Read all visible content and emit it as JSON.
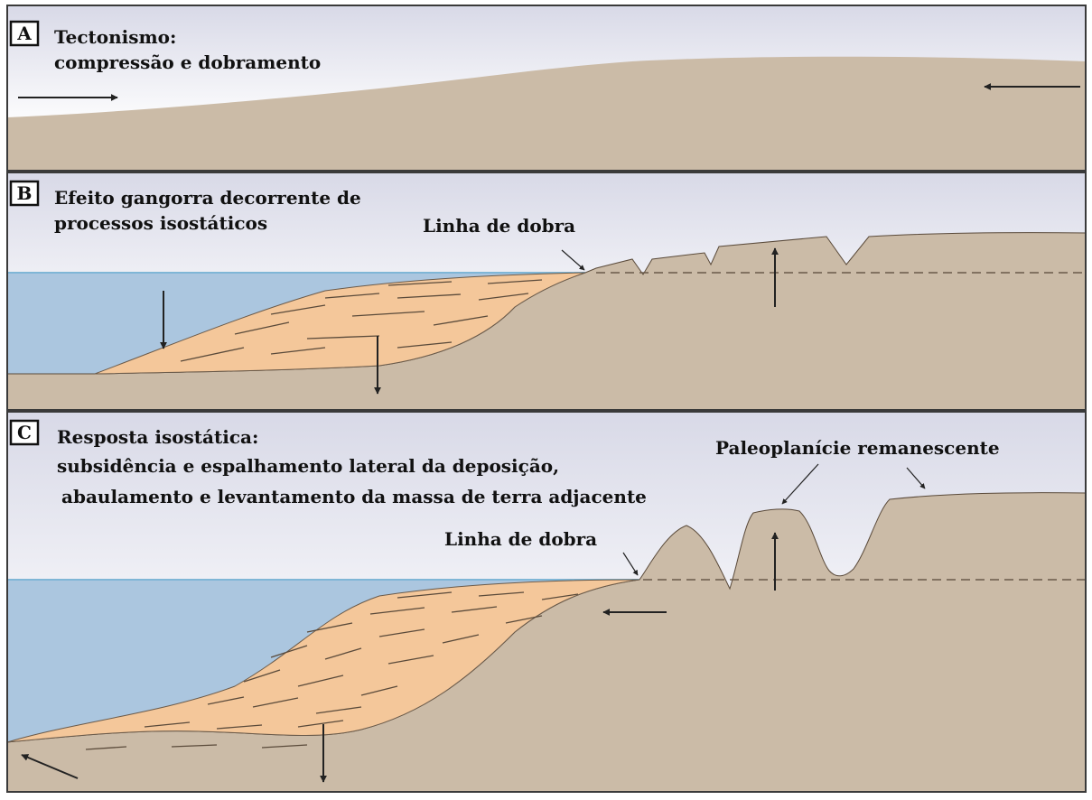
{
  "colors": {
    "land": "#cbbba7",
    "sea": "#abc6df",
    "sediment": "#f4c79a",
    "sky_top": "#d8d9e7",
    "sky_bottom": "#ffffff",
    "stroke": "#222222",
    "border": "#3a3a3a",
    "sea_line": "#7fb6d6"
  },
  "panels": [
    {
      "letter": "A",
      "title_lines": [
        "Tectonismo:",
        "compressão e dobramento"
      ]
    },
    {
      "letter": "B",
      "title_lines": [
        "Efeito gangorra decorrente de",
        "processos isostáticos"
      ],
      "hinge_label": "Linha de dobra"
    },
    {
      "letter": "C",
      "title_lines": [
        "Resposta isostática:",
        "subsidência e espalhamento lateral da deposição,",
        "abaulamento e levantamento da massa de terra adjacente"
      ],
      "hinge_label": "Linha de dobra",
      "paleo_label": "Paleoplanície remanescente"
    }
  ]
}
